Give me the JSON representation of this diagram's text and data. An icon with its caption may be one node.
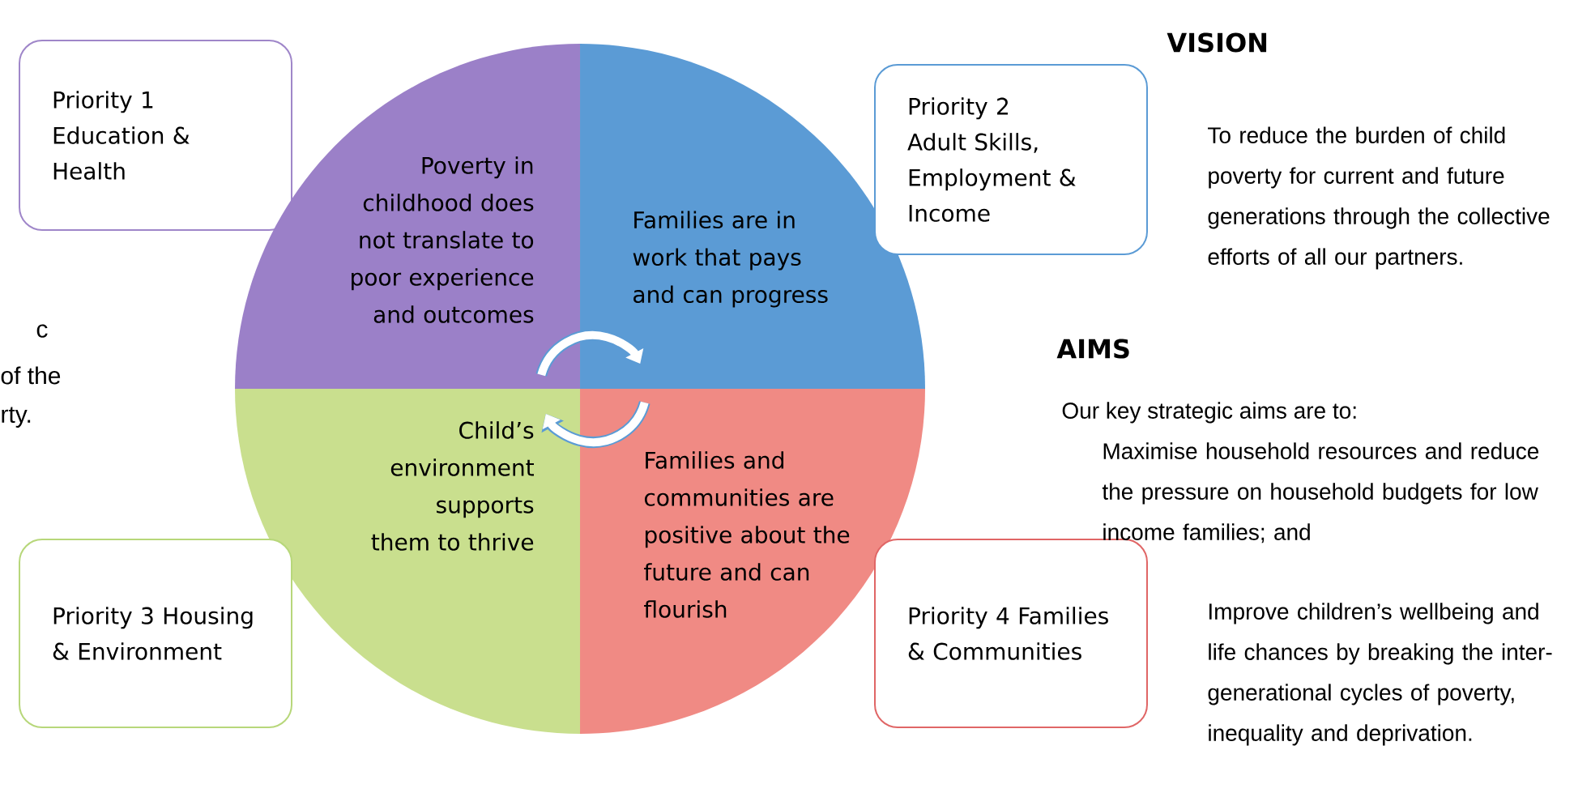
{
  "diagram": {
    "nodes": [
      {
        "text": [
          "Priority 1 Education & Health"
        ]
      },
      {
        "text": [
          "Poverty in childhood does not translate to poor experience and outcomes"
        ]
      },
      {
        "text": [
          "Families are in work that pays and can progress"
        ]
      },
      {
        "text": [
          "Priority 2 Adult Skills, Employment & Income"
        ]
      },
      {
        "text": [
          "Child’s environment supports them to thrive"
        ]
      },
      {
        "text": [
          "Families and communities are positive about the future and can flourish"
        ]
      },
      {
        "text": [
          "Priority 3 Housing & Environment"
        ]
      },
      {
        "text": [
          "Priority 4 Families & Communities"
        ]
      }
    ],
    "edges": [
      {
        "from": 1,
        "to": 2,
        "arrow": "to"
      },
      {
        "from": 5,
        "to": 4,
        "arrow": "to"
      }
    ],
    "labels": [
      "VISION",
      "To reduce the burden of child poverty for current and future generations through the collective efforts of all our partners.",
      "c",
      "of the",
      "rty.",
      "AIMS",
      "Our key strategic aims are to:",
      "Maximise household resources and reduce the pressure on household budgets for low income families; and",
      "Improve children’s wellbeing and life chances by breaking the inter-generational cycles of poverty, inequality and deprivation."
    ]
  }
}
